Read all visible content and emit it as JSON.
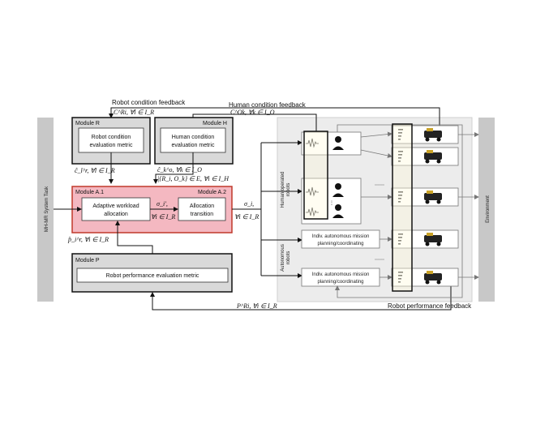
{
  "left_bar": {
    "label": "MH-MR System Task"
  },
  "right_bar": {
    "label": "Environment"
  },
  "feedback": {
    "robot_condition": "Robot condition feedback",
    "human_condition": "Human condition feedback",
    "robot_performance": "Robot performance feedback"
  },
  "modules": {
    "r": {
      "title": "Module R",
      "inner_l1": "Robot condition",
      "inner_l2": "evaluation metric"
    },
    "h": {
      "title": "Module H",
      "inner_l1": "Human condition",
      "inner_l2": "evaluation metric"
    },
    "a1": {
      "title": "Module A.1",
      "inner_l1": "Adaptive workload",
      "inner_l2": "allocation"
    },
    "a2": {
      "title": "Module A.2",
      "inner_l1": "Allocation",
      "inner_l2": "transition"
    },
    "p": {
      "title": "Module P",
      "inner": "Robot performance evaluation metric"
    }
  },
  "math": {
    "c_r_top": "C^Ri, ∀l ∈ I_R",
    "c_o_top": "C^Ok, ∀k ∈ I_O",
    "c_r_hat": "ĉ_l^r, ∀l ∈ I_R",
    "c_o_hat": "ĉ_k^o, ∀k ∈ I_O",
    "edges": "|{R_i, O_k} ∈ E, ∀i ∈ I_H",
    "sigma_prime": "σ_i',",
    "sigma_prime_set": "∀i ∈ I_R",
    "sigma": "σ_i,",
    "sigma_set": "∀i ∈ I_R",
    "p_hat": "p̂_i^r, ∀i ∈ I_R",
    "p_r": "P^Ri, ∀i ∈ I_R"
  },
  "robots_panel": {
    "human_operated": [
      "Human operated",
      "robots"
    ],
    "autonomous": [
      "Autonomous",
      "robots"
    ],
    "indiv_l1": "Indiv. autonomous mission",
    "indiv_l2": "planning/coordinating"
  },
  "colors": {
    "module_bg": "#d9d9d9",
    "module_a_bg": "#f4b8c1",
    "module_a_border": "#c0392b",
    "panel_bg": "#ececec",
    "sidebar_bg": "#c8c8c8",
    "highlight": "#fff9db"
  }
}
